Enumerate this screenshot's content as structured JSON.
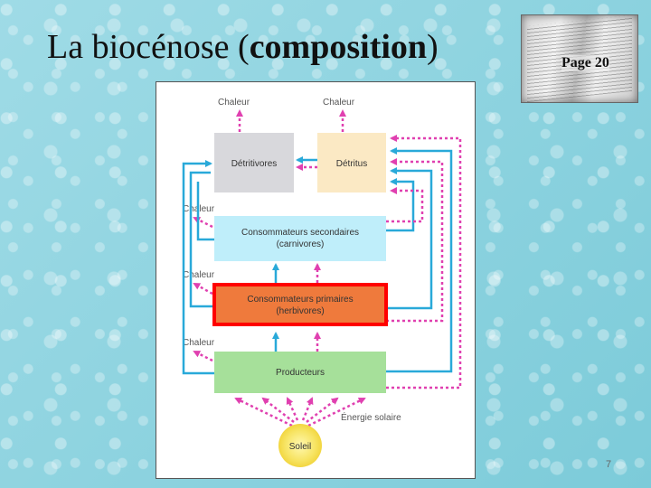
{
  "slide": {
    "title_regular": "La biocénose (",
    "title_bold": "composition",
    "title_close": ")",
    "page_ref": "Page 20",
    "slide_number": "7"
  },
  "diagram": {
    "heat_label": "Chaleur",
    "boxes": {
      "detritivores": "Détritivores",
      "detritus": "Détritus",
      "secondary_line1": "Consommateurs secondaires",
      "secondary_line2": "(carnivores)",
      "primary_line1": "Consommateurs primaires",
      "primary_line2": "(herbivores)",
      "producers": "Producteurs",
      "sun": "Soleil"
    },
    "solar_energy": "Énergie solaire",
    "colors": {
      "cyan_arrow": "#29a9d9",
      "magenta_arrow": "#e040b0",
      "highlight": "#ff0000",
      "detritivores_box": "#d8d8dc",
      "detritus_box": "#fbe9c4",
      "secondary_box": "#bfeefa",
      "primary_box": "#ef7a3c",
      "producers_box": "#a6e09a",
      "sun": "#f7e463"
    }
  }
}
